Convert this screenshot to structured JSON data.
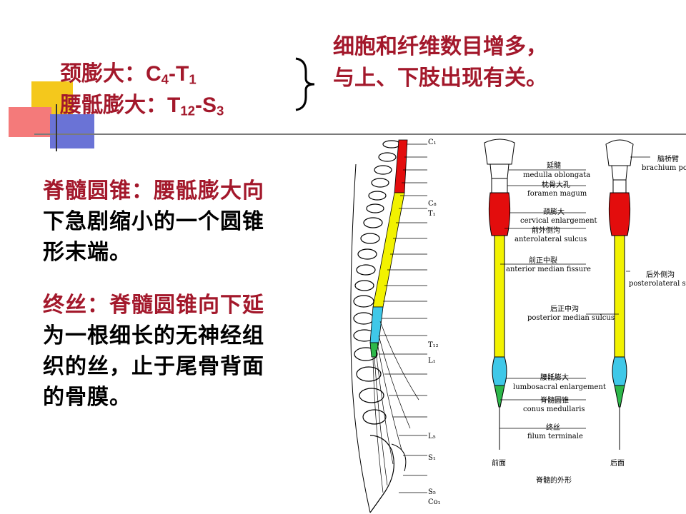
{
  "header": {
    "line1_cn": "颈膨大：",
    "line1_seg": [
      "C",
      "4",
      "-T",
      "1"
    ],
    "line2_cn": "腰骶膨大：",
    "line2_seg": [
      "T",
      "12",
      "-S",
      "3"
    ],
    "summary": [
      "细胞和纤维数目增多，",
      "与上、下肢出现有关。"
    ]
  },
  "conus": {
    "lines": [
      "脊髓圆锥：腰骶膨大向",
      "下急剧缩小的一个圆锥",
      "形末端。"
    ]
  },
  "filum": {
    "lines": [
      "终丝：脊髓圆锥向下延",
      "为一根细长的无神经组",
      "织的丝，止于尾骨背面",
      "的骨膜。"
    ]
  },
  "left_figure": {
    "labels": [
      "C₁",
      "C₈",
      "T₁",
      "T₁₂",
      "L₁",
      "L₅",
      "S₁",
      "S₅",
      "Co₁"
    ]
  },
  "right_figure": {
    "labels": {
      "medulla_cn": "延髓",
      "medulla_en": "medulla oblongata",
      "foramen_cn": "枕骨大孔",
      "foramen_en": "foramen magum",
      "cervical_cn": "颈膨大",
      "cervical_en": "cervical enlargement",
      "antlat_cn": "前外侧沟",
      "antlat_en": "anterolateral sulcus",
      "antmed_cn": "前正中裂",
      "antmed_en": "anterior median fissure",
      "postmed_cn": "后正中沟",
      "postmed_en": "posterior median sulcus",
      "lumbo_cn": "腰骶膨大",
      "lumbo_en": "lumbosacral enlargement",
      "conus_cn": "脊髓圆锥",
      "conus_en": "conus medullaris",
      "filum_cn": "终丝",
      "filum_en": "filum terminale",
      "brach_cn": "脑桥臂",
      "brach_en": "brachium po",
      "postlat_cn": "后外侧沟",
      "postlat_en": "posterolateral su",
      "front": "前面",
      "back": "后面",
      "caption": "脊髓的外形"
    }
  },
  "colors": {
    "text_red": "#a3182b",
    "cervical": "#e30d0d",
    "thoracic": "#f2f200",
    "lumbar": "#3fc8e8",
    "sacral": "#2db84a"
  }
}
